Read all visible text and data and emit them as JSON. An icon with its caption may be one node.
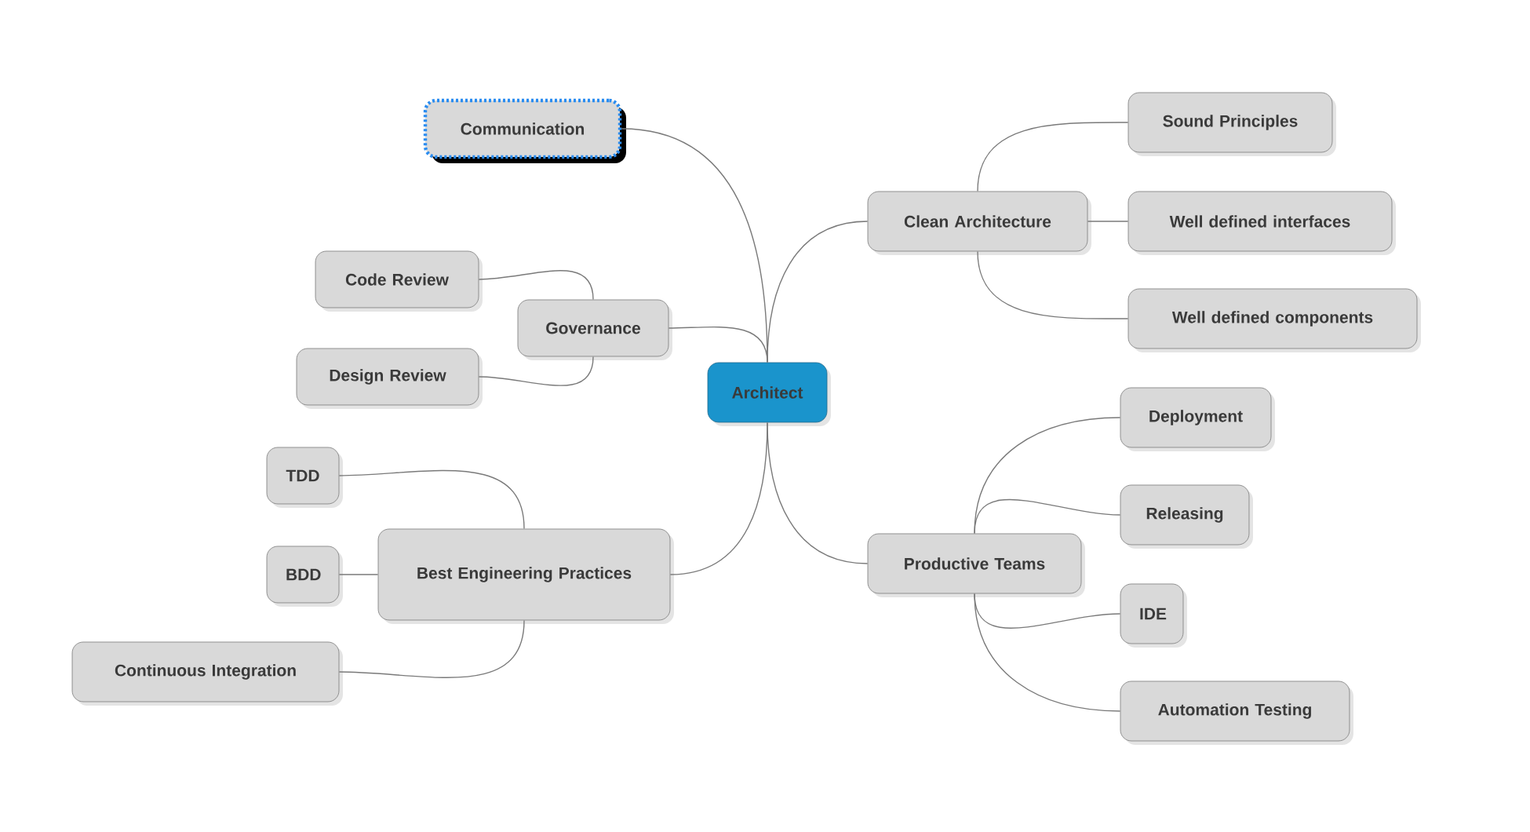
{
  "diagram": {
    "nodes": [
      {
        "text": [
          "Architect"
        ]
      },
      {
        "text": [
          "Communication"
        ]
      },
      {
        "text": [
          "Governance"
        ]
      },
      {
        "text": [
          "Code Review"
        ]
      },
      {
        "text": [
          "Design Review"
        ]
      },
      {
        "text": [
          "Best Engineering Practices"
        ]
      },
      {
        "text": [
          "TDD"
        ]
      },
      {
        "text": [
          "BDD"
        ]
      },
      {
        "text": [
          "Continuous Integration"
        ]
      },
      {
        "text": [
          "Clean Architecture"
        ]
      },
      {
        "text": [
          "Sound Principles"
        ]
      },
      {
        "text": [
          "Well defined interfaces"
        ]
      },
      {
        "text": [
          "Well defined components"
        ]
      },
      {
        "text": [
          "Productive Teams"
        ]
      },
      {
        "text": [
          "Deployment"
        ]
      },
      {
        "text": [
          "Releasing"
        ]
      },
      {
        "text": [
          "IDE"
        ]
      },
      {
        "text": [
          "Automation Testing"
        ]
      }
    ],
    "edges": [
      {
        "from": 0,
        "to": 1,
        "arrow": "none"
      },
      {
        "from": 0,
        "to": 2,
        "arrow": "none"
      },
      {
        "from": 0,
        "to": 5,
        "arrow": "none"
      },
      {
        "from": 0,
        "to": 9,
        "arrow": "none"
      },
      {
        "from": 0,
        "to": 13,
        "arrow": "none"
      },
      {
        "from": 2,
        "to": 3,
        "arrow": "none"
      },
      {
        "from": 2,
        "to": 4,
        "arrow": "none"
      },
      {
        "from": 5,
        "to": 6,
        "arrow": "none"
      },
      {
        "from": 5,
        "to": 7,
        "arrow": "none"
      },
      {
        "from": 5,
        "to": 8,
        "arrow": "none"
      },
      {
        "from": 9,
        "to": 10,
        "arrow": "none"
      },
      {
        "from": 9,
        "to": 11,
        "arrow": "none"
      },
      {
        "from": 9,
        "to": 12,
        "arrow": "none"
      },
      {
        "from": 13,
        "to": 14,
        "arrow": "none"
      },
      {
        "from": 13,
        "to": 15,
        "arrow": "none"
      },
      {
        "from": 13,
        "to": 16,
        "arrow": "none"
      },
      {
        "from": 13,
        "to": 17,
        "arrow": "none"
      }
    ]
  }
}
